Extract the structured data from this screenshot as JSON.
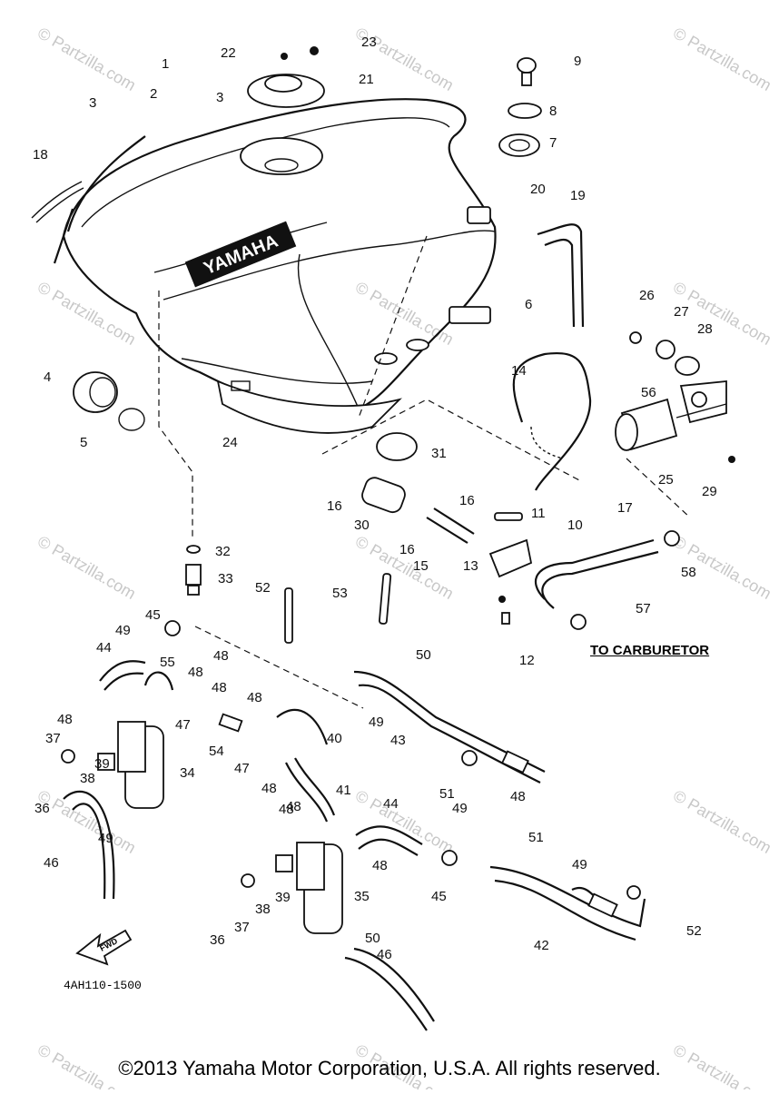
{
  "diagram": {
    "watermark_text": "© Partzilla.com",
    "diagram_code": "4AH110-1500",
    "tank_lettering": "YAMAHA",
    "fwd_label": "FWD",
    "to_carburetor": "TO CARBURETOR",
    "copyright": "©2013  Yamaha Motor Corporation, U.S.A. All rights reserved.",
    "callouts": [
      "1",
      "2",
      "3",
      "3",
      "4",
      "5",
      "6",
      "7",
      "8",
      "9",
      "10",
      "11",
      "12",
      "13",
      "14",
      "15",
      "16",
      "16",
      "16",
      "17",
      "18",
      "19",
      "20",
      "21",
      "22",
      "23",
      "24",
      "25",
      "26",
      "27",
      "28",
      "29",
      "30",
      "31",
      "32",
      "33",
      "34",
      "35",
      "36",
      "36",
      "37",
      "37",
      "38",
      "38",
      "39",
      "39",
      "40",
      "41",
      "42",
      "43",
      "44",
      "44",
      "45",
      "45",
      "46",
      "46",
      "47",
      "47",
      "48",
      "48",
      "48",
      "48",
      "48",
      "48",
      "48",
      "48",
      "48",
      "48",
      "49",
      "49",
      "49",
      "49",
      "49",
      "50",
      "50",
      "51",
      "51",
      "52",
      "52",
      "53",
      "54",
      "55",
      "56",
      "57",
      "58"
    ]
  }
}
